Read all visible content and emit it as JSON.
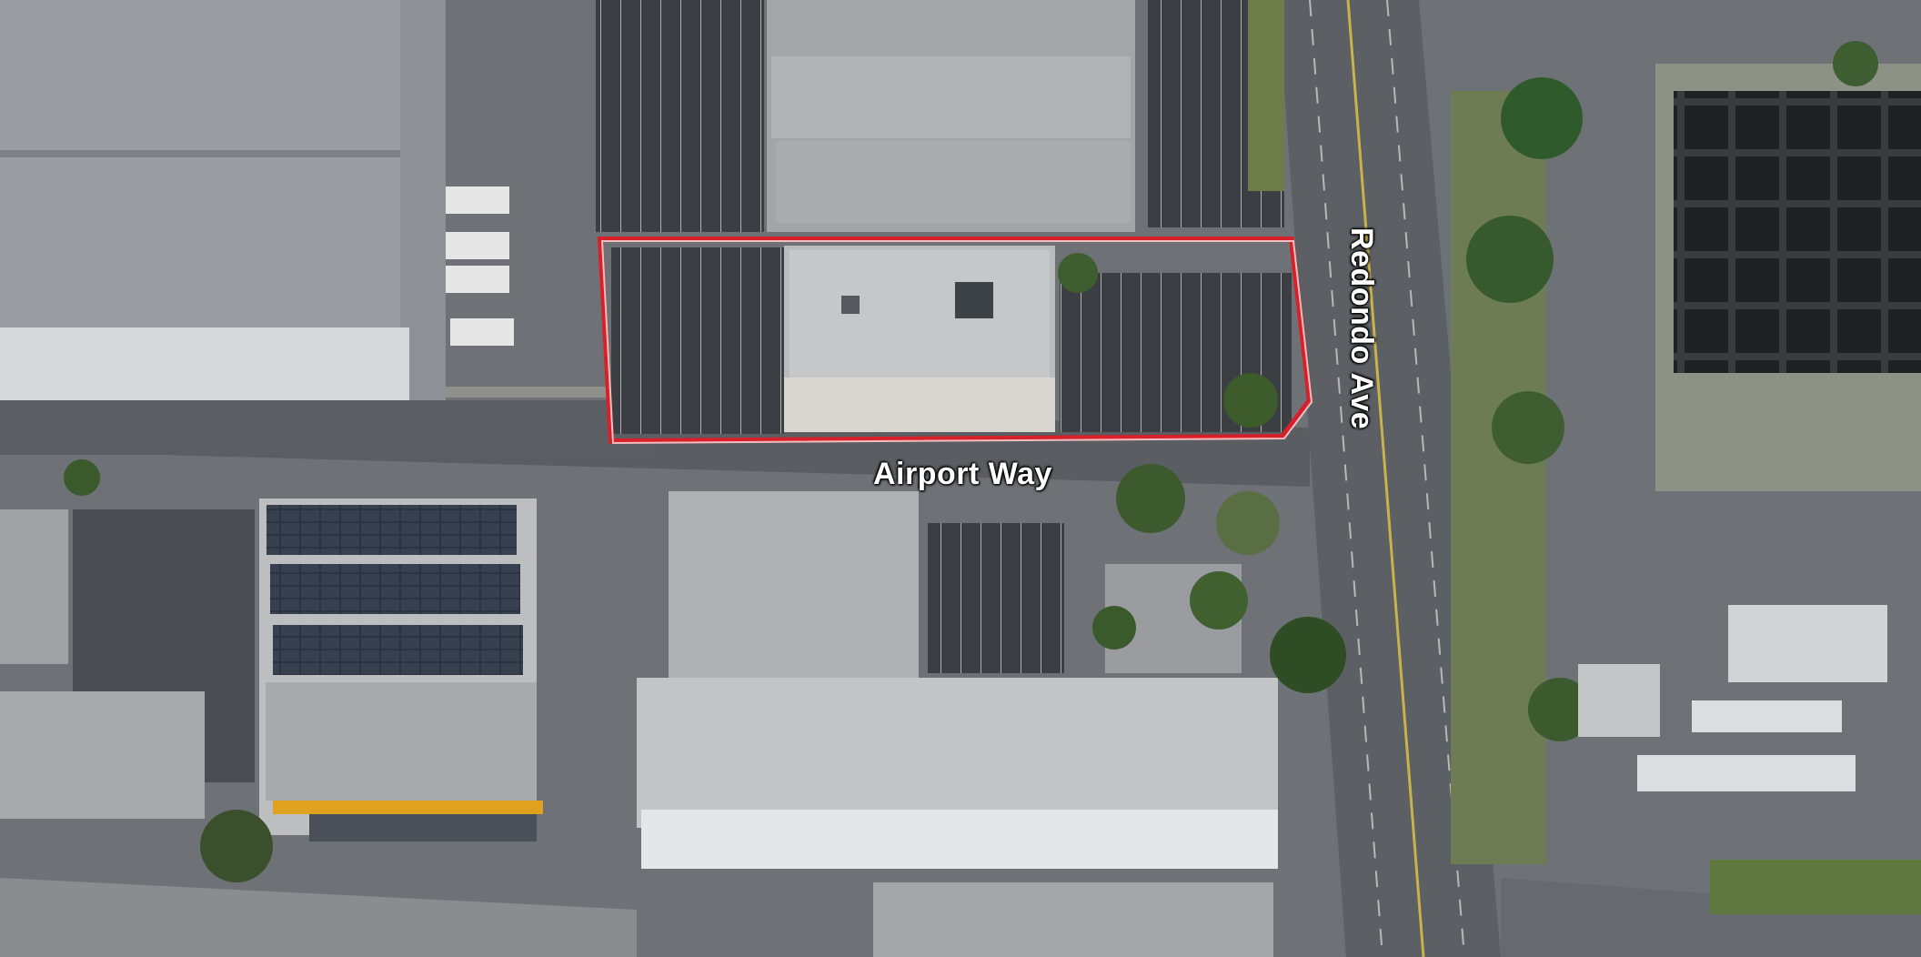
{
  "map": {
    "type": "aerial-photo",
    "highlight_color": "#d8202a"
  },
  "labels": {
    "airport_way": "Airport Way",
    "redondo_ave": "Redondo Ave"
  }
}
